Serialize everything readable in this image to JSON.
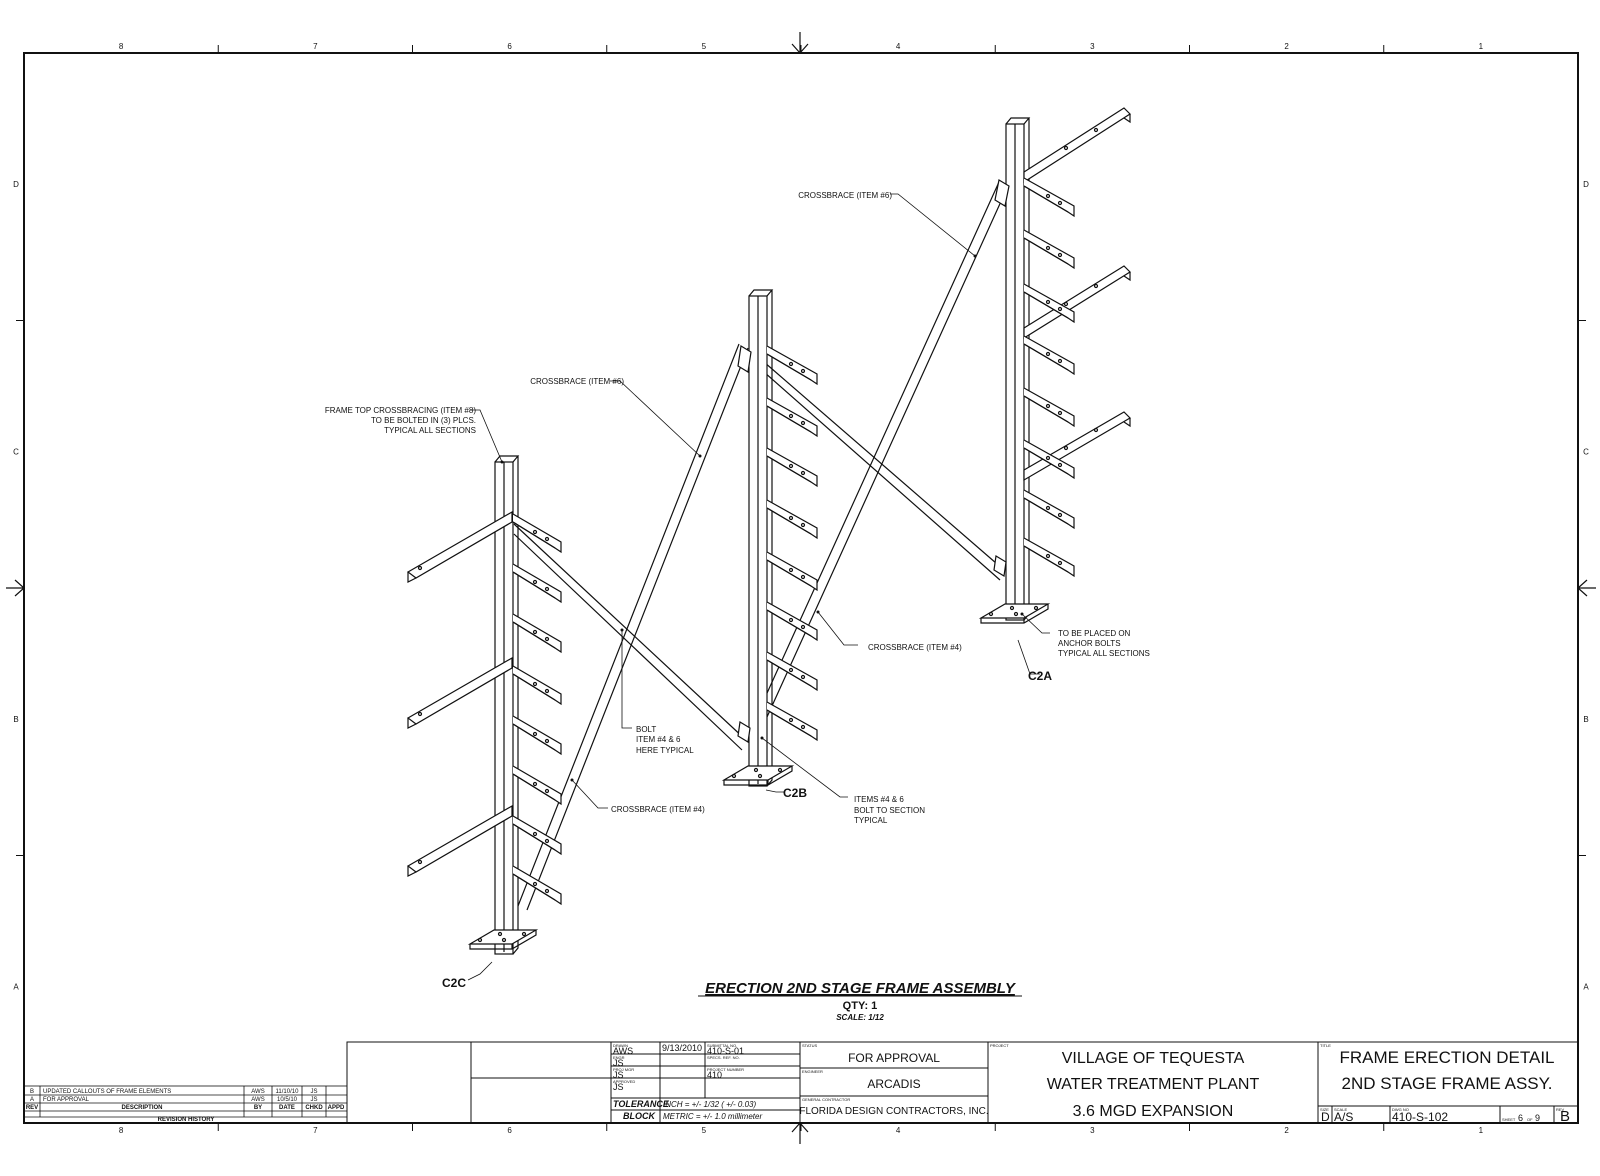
{
  "border": {
    "zone_columns": [
      "8",
      "7",
      "6",
      "5",
      "4",
      "3",
      "2",
      "1"
    ],
    "zone_rows": [
      "D",
      "C",
      "B",
      "A"
    ]
  },
  "callouts": {
    "frame_top": [
      "FRAME TOP CROSSBRACING (ITEM #8)",
      "TO BE BOLTED IN (3) PLCS.",
      "TYPICAL ALL SECTIONS"
    ],
    "crossbrace6_a": "CROSSBRACE (ITEM #6)",
    "crossbrace6_b": "CROSSBRACE (ITEM #6)",
    "crossbrace4_a": "CROSSBRACE (ITEM #4)",
    "crossbrace4_b": "CROSSBRACE (ITEM #4)",
    "anchor": [
      "TO BE PLACED ON",
      "ANCHOR BOLTS",
      "TYPICAL ALL SECTIONS"
    ],
    "bolt": [
      "BOLT",
      "ITEM #4 & 6",
      "HERE TYPICAL"
    ],
    "items": [
      "ITEMS #4 & 6",
      "BOLT TO SECTION",
      "TYPICAL"
    ]
  },
  "labels": {
    "c2a": "C2A",
    "c2b": "C2B",
    "c2c": "C2C"
  },
  "caption": {
    "title": "ERECTION 2ND STAGE FRAME ASSEMBLY",
    "qty": "QTY: 1",
    "scale": "SCALE: 1/12"
  },
  "revision": {
    "rows": [
      {
        "rev": "B",
        "desc": "UPDATED CALLOUTS OF FRAME ELEMENTS",
        "by": "AWS",
        "date": "11/10/10",
        "chkd": "JS"
      },
      {
        "rev": "A",
        "desc": "FOR APPROVAL",
        "by": "AWS",
        "date": "10/5/10",
        "chkd": "JS"
      }
    ],
    "headers": {
      "rev": "REV",
      "desc": "DESCRIPTION",
      "by": "BY",
      "date": "DATE",
      "chkd": "CHKD",
      "appd": "APPD"
    },
    "caption": "REVISION HISTORY"
  },
  "titleblock": {
    "drawn_lbl": "DRAWN",
    "drawn": "AWS",
    "date": "9/13/2010",
    "sub_lbl": "SUBMITTAL NO.",
    "sub": "410-S-01",
    "engr_lbl": "ENGR",
    "engr": "JS",
    "spec_lbl": "SPECS. REF. NO.",
    "mgr_lbl": "PROJ MGR",
    "mgr": "JS",
    "proj_lbl": "PROJECT NUMBER",
    "proj": "410",
    "appr_lbl": "APPROVED",
    "appr": "JS",
    "tol1": "TOLERANCE",
    "tol2": "BLOCK",
    "inch": "INCH = +/- 1/32 ( +/- 0.03)",
    "metric": "METRIC = +/- 1.0 millimeter",
    "status_lbl": "STATUS",
    "status": "FOR APPROVAL",
    "engineer_lbl": "ENGINEER",
    "engineer": "ARCADIS",
    "gc_lbl": "GENERAL CONTRACTOR",
    "gc": "FLORIDA DESIGN CONTRACTORS, INC.",
    "project_lbl": "PROJECT",
    "project": [
      "VILLAGE OF TEQUESTA",
      "WATER TREATMENT PLANT",
      "3.6 MGD EXPANSION"
    ],
    "title_lbl": "TITLE",
    "title": [
      "FRAME ERECTION DETAIL",
      "2ND STAGE FRAME ASSY."
    ],
    "size_lbl": "SIZE",
    "size": "D",
    "scale_lbl": "SCALE",
    "scale": "A/S",
    "dwg_lbl": "DWG NO",
    "dwg": "410-S-102",
    "sheet_lbl": "SHEET",
    "sheet": "6",
    "of_lbl": "OF",
    "sheets": "9",
    "rev_lbl": "REV",
    "rev": "B"
  }
}
